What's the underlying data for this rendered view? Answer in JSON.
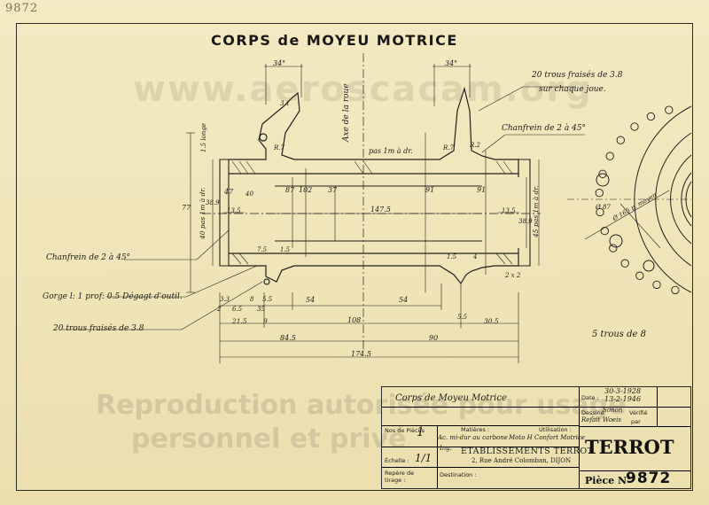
{
  "corner_number": "9872",
  "title": "CORPS de MOYEU MOTRICE",
  "watermark": {
    "site": "www.aeroscacam.org",
    "line1": "Reproduction autorisée pour usage",
    "line2": "personnel et privé"
  },
  "annotations": {
    "trous_top": "20 trous fraisés de 3.8",
    "sur_joue": "sur chaque joue.",
    "chanfrein_right": "Chanfrein de 2 à 45°",
    "chanfrein_left": "Chanfrein de 2 à 45°",
    "gorge": "Gorge l: 1 prof: 0.5 Dégagt d'outil.",
    "trous_left": "20 trous fraisés de 3.8",
    "trous_bottom": "5 trous de 8",
    "axe_roue": "Axe de la roue",
    "pas": "pas 1m à dr.",
    "pas_left": "40 pas 1m à dr.",
    "pas_right": "45 pas 1m à dr.",
    "bague": "1.5 longe"
  },
  "dimensions": {
    "a34_left": "34°",
    "a34_right": "34°",
    "r3_1": "3.1",
    "r7_left": "R.7",
    "r7_right": "R.7",
    "r2": "R.2",
    "d77": "77",
    "d47": "47",
    "d87": "87",
    "d102": "102",
    "d37": "37",
    "d91a": "91",
    "d91b": "91",
    "d38_9": "38.9",
    "d40": "40",
    "d13_5_left": "13.5",
    "d13_5_right": "13.5",
    "d147_5": "147.5",
    "d38_9_right": "38.9",
    "d7_5": "7.5",
    "d1_5a": "1.5",
    "d1_5b": "1.5",
    "d4": "4",
    "d2x2": "2 x 2",
    "d3_3": "3.3",
    "d8": "8",
    "d5_5": "5.5",
    "d54a": "54",
    "d54b": "54",
    "d2": "2",
    "d6_5": "6.5",
    "d35": "35",
    "d21_5": "21.5",
    "d9": "9",
    "d108": "108",
    "d5_5b": "5.5",
    "d30_5": "30.5",
    "d84_5": "84.5",
    "d90": "90",
    "d174_5": "174.5",
    "d87_circle": "Ø 87",
    "d165": "Ø 165 p. moyen"
  },
  "title_block": {
    "designation": "Corps de Moyeu Motrice",
    "date_label": "Date :",
    "date1": "30-3-1928",
    "date2": "13-2-1946",
    "dessine_label": "Dessiné",
    "verifie_label": "Vérifié",
    "dessine_by": "Simon",
    "par_label": "par",
    "refait_label": "Refait",
    "refait_by": "Woeis",
    "nos_label": "Nos de Pièces :",
    "nos_value": "1",
    "matieres_label": "Matières :",
    "matieres_value": "Ac. mi-dur au carbone",
    "utilisation_label": "Utilisation :",
    "utilisation_value": "Moto H Confort Motrice",
    "echelle_label": "Échelle :",
    "echelle_value": "1/1",
    "company": "ETABLISSEMENTS TERROT",
    "address": "2, Rue André Colomban, DIJON",
    "repere_label": "Repère de tirage :",
    "destination_label": "Destination :",
    "logo": "TERROT",
    "piece_label": "Pièce N°",
    "piece_number": "9872",
    "ing_mark": "Ing."
  }
}
